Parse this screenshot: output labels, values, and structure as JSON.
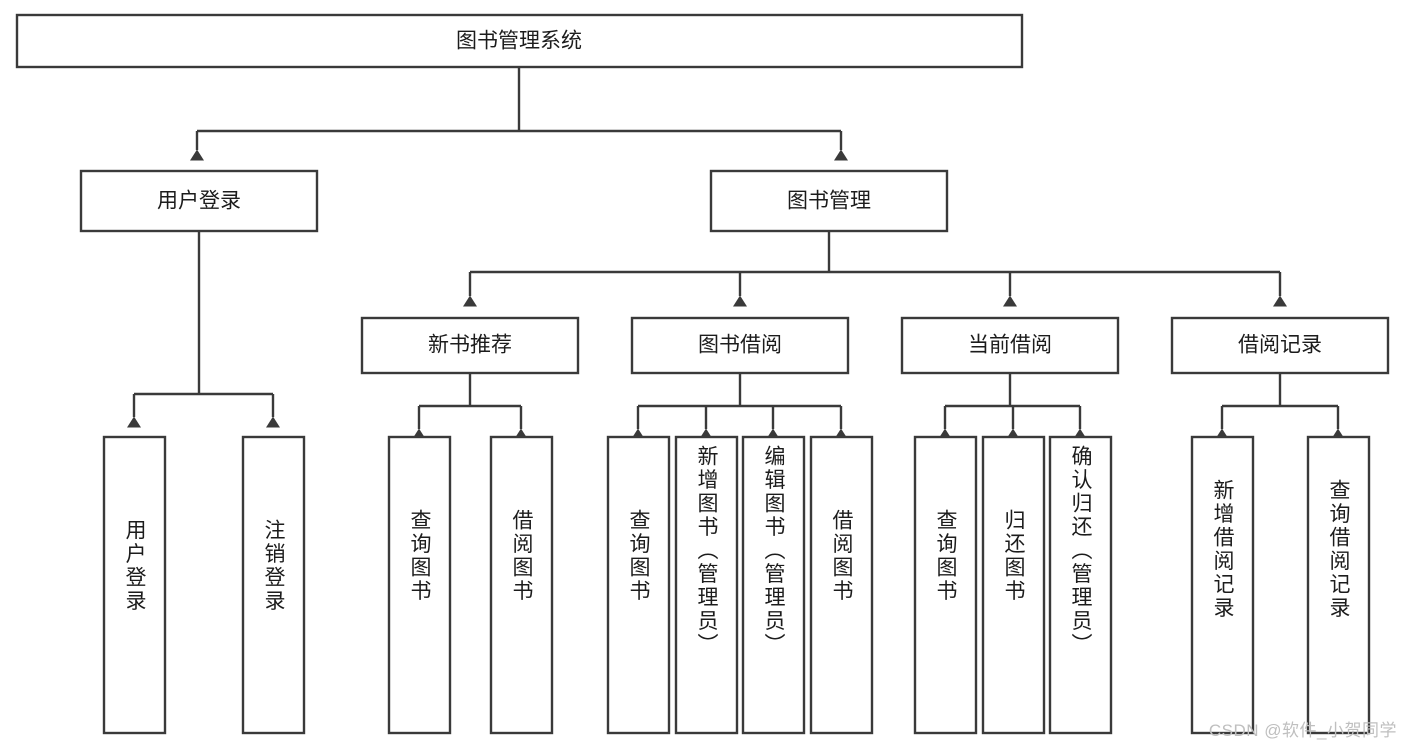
{
  "diagram": {
    "type": "tree",
    "title": "图书管理系统",
    "orientation": "top-down",
    "edge_style": "orthogonal-arrow",
    "colors": {
      "box_stroke": "#3a3a3a",
      "box_fill": "#ffffff",
      "text": "#1c1c1c",
      "background": "#ffffff",
      "watermark": "#bfbfbf"
    },
    "root": {
      "id": "root",
      "label": "图书管理系统"
    },
    "level2": [
      {
        "id": "user-login",
        "label": "用户登录"
      },
      {
        "id": "book-management",
        "label": "图书管理"
      }
    ],
    "level3": [
      {
        "id": "new-book-recommend",
        "label": "新书推荐",
        "parent": "book-management"
      },
      {
        "id": "book-borrow",
        "label": "图书借阅",
        "parent": "book-management"
      },
      {
        "id": "current-borrow",
        "label": "当前借阅",
        "parent": "book-management"
      },
      {
        "id": "borrow-record",
        "label": "借阅记录",
        "parent": "book-management"
      }
    ],
    "leaves": {
      "user-login": [
        {
          "id": "leaf-user-login",
          "label": "用户登录"
        },
        {
          "id": "leaf-user-logout",
          "label": "注销登录"
        }
      ],
      "new-book-recommend": [
        {
          "id": "leaf-query-book-1",
          "label": "查询图书"
        },
        {
          "id": "leaf-borrow-book-1",
          "label": "借阅图书"
        }
      ],
      "book-borrow": [
        {
          "id": "leaf-query-book-2",
          "label": "查询图书"
        },
        {
          "id": "leaf-add-book",
          "label": "新增图书（管理员）"
        },
        {
          "id": "leaf-edit-book",
          "label": "编辑图书（管理员）"
        },
        {
          "id": "leaf-borrow-book-2",
          "label": "借阅图书"
        }
      ],
      "current-borrow": [
        {
          "id": "leaf-query-book-3",
          "label": "查询图书"
        },
        {
          "id": "leaf-return-book",
          "label": "归还图书"
        },
        {
          "id": "leaf-confirm-return",
          "label": "确认归还（管理员）"
        }
      ],
      "borrow-record": [
        {
          "id": "leaf-add-record",
          "label": "新增借阅记录"
        },
        {
          "id": "leaf-query-record",
          "label": "查询借阅记录"
        }
      ]
    }
  },
  "watermark": {
    "text": "CSDN @软件_小贺同学"
  }
}
